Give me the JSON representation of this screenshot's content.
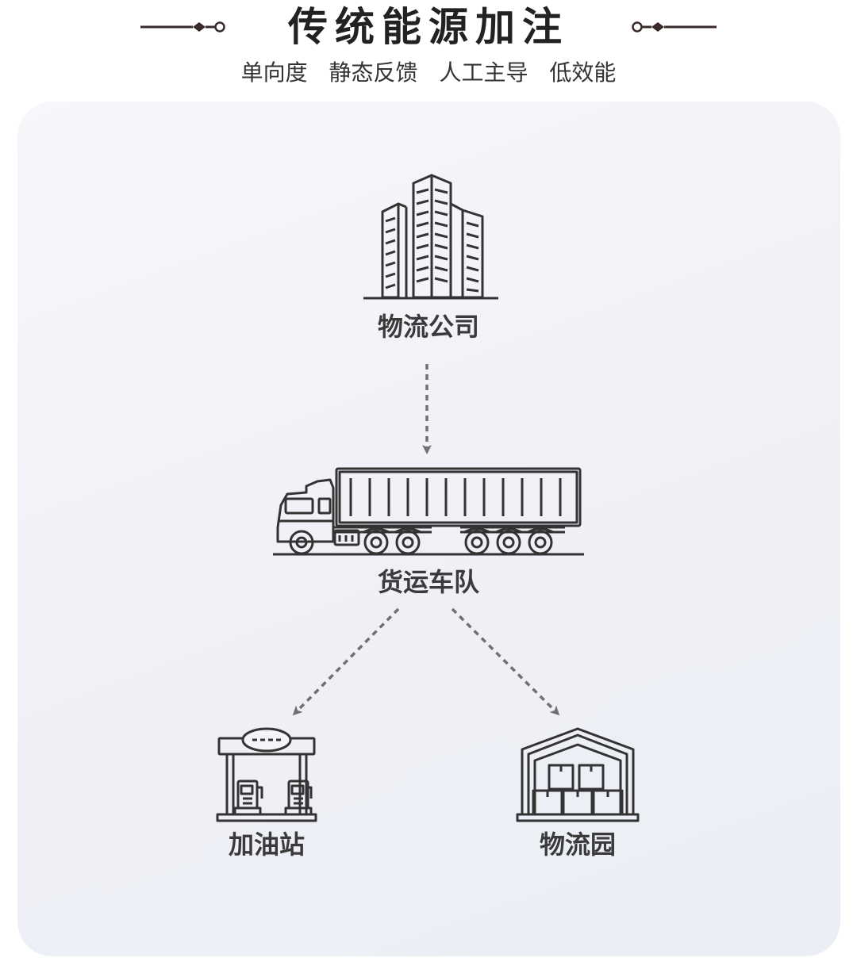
{
  "header": {
    "title": "传统能源加注",
    "tags": [
      "单向度",
      "静态反馈",
      "人工主导",
      "低效能"
    ]
  },
  "diagram": {
    "nodes": {
      "company": {
        "label": "物流公司",
        "icon": "office-buildings-icon"
      },
      "fleet": {
        "label": "货运车队",
        "icon": "freight-truck-icon"
      },
      "station": {
        "label": "加油站",
        "icon": "gas-station-icon"
      },
      "park": {
        "label": "物流园",
        "icon": "warehouse-icon"
      }
    },
    "edges": [
      {
        "from": "物流公司",
        "to": "货运车队",
        "style": "dashed-arrow"
      },
      {
        "from": "货运车队",
        "to": "加油站",
        "style": "dashed-arrow"
      },
      {
        "from": "货运车队",
        "to": "物流园",
        "style": "dashed-arrow"
      }
    ]
  },
  "colors": {
    "line": "#333333",
    "arrow": "#707070",
    "panel": "#f0f1f6",
    "ornament": "#3a2a2a"
  }
}
